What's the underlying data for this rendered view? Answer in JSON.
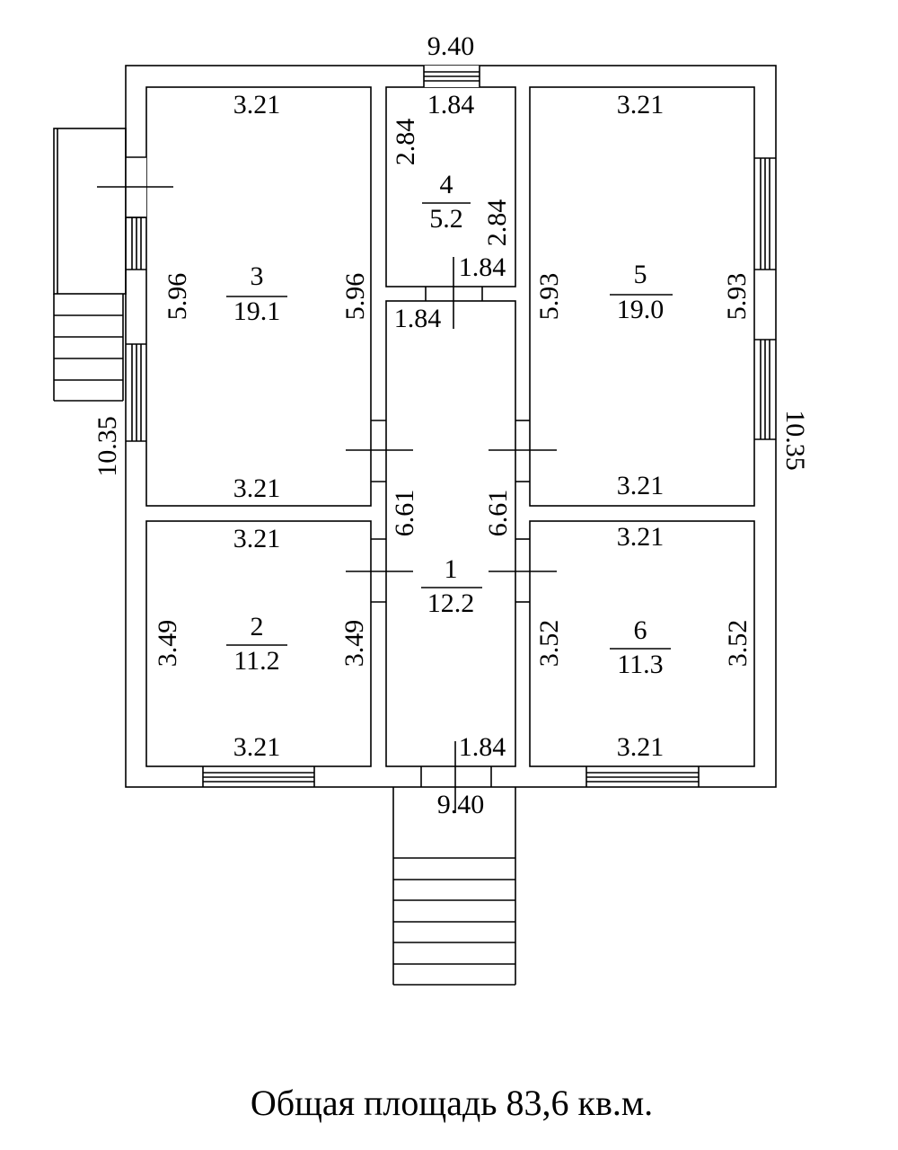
{
  "plan": {
    "overall_width_top": "9.40",
    "overall_width_bottom": "9.40",
    "overall_height_left": "10.35",
    "overall_height_right": "10.35",
    "total_area": "Общая площадь 83,6 кв.м.",
    "rooms": {
      "r1": {
        "number": "1",
        "area": "12.2",
        "left_dim": "6.61",
        "right_dim": "6.61",
        "top_dim": "1.84",
        "bottom_dim": "1.84"
      },
      "r2": {
        "number": "2",
        "area": "11.2",
        "top_dim": "3.21",
        "bottom_dim": "3.21",
        "left_dim": "3.49",
        "right_dim": "3.49"
      },
      "r3": {
        "number": "3",
        "area": "19.1",
        "top_dim": "3.21",
        "bottom_dim": "3.21",
        "left_dim": "5.96",
        "right_dim": "5.96"
      },
      "r4": {
        "number": "4",
        "area": "5.2",
        "top_dim": "1.84",
        "bottom_dim": "1.84",
        "left_dim": "2.84",
        "right_dim": "2.84"
      },
      "r5": {
        "number": "5",
        "area": "19.0",
        "top_dim": "3.21",
        "bottom_dim": "3.21",
        "left_dim": "5.93",
        "right_dim": "5.93"
      },
      "r6": {
        "number": "6",
        "area": "11.3",
        "top_dim": "3.21",
        "bottom_dim": "3.21",
        "left_dim": "3.52",
        "right_dim": "3.52"
      }
    }
  }
}
